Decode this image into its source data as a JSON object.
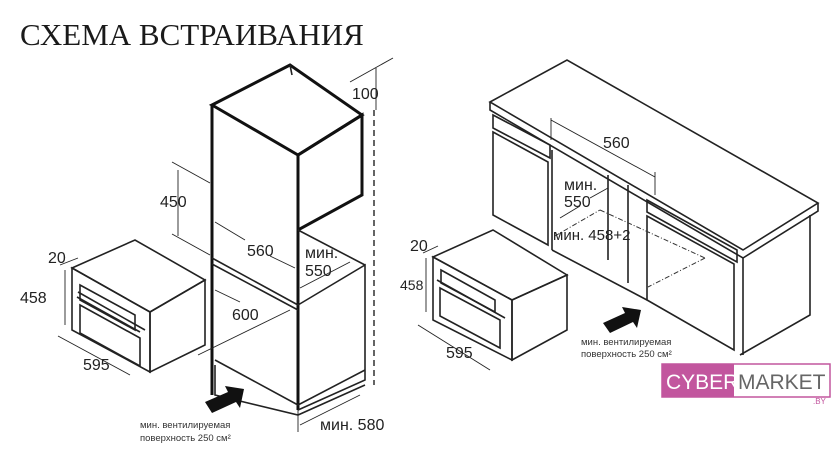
{
  "title": "СХЕМА ВСТРАИВАНИЯ",
  "left_diagram": {
    "dims": {
      "top_gap": "100",
      "height": "450",
      "width": "560",
      "depth_label": "мин.",
      "depth_value": "550",
      "depth_600": "600",
      "min_depth": "мин. 580"
    },
    "oven": {
      "thickness": "20",
      "height": "458",
      "width": "595"
    },
    "vent_note_line1": "мин. вентилируемая",
    "vent_note_line2": "поверхность 250 см²"
  },
  "right_diagram": {
    "dims": {
      "width": "560",
      "depth_label": "мин.",
      "depth_value": "550",
      "height": "мин. 458+2"
    },
    "oven": {
      "thickness": "20",
      "height": "458",
      "width": "595"
    },
    "vent_note_line1": "мин. вентилируемая",
    "vent_note_line2": "поверхность 250 см²"
  },
  "watermark": {
    "part1": "CYBER",
    "part2": "MARKET",
    "suffix": ".BY",
    "color": "#c2569e"
  }
}
